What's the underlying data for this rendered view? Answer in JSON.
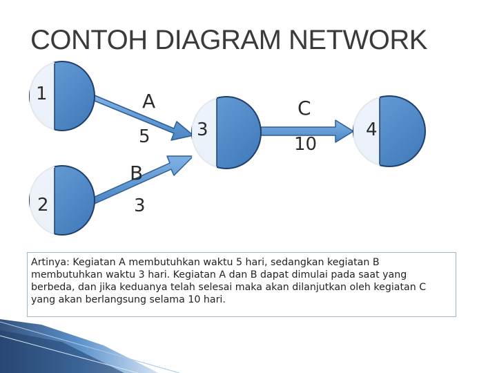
{
  "title": "CONTOH DIAGRAM NETWORK",
  "nodes": [
    {
      "id": "1",
      "label": "1"
    },
    {
      "id": "2",
      "label": "2"
    },
    {
      "id": "3",
      "label": "3"
    },
    {
      "id": "4",
      "label": "4"
    }
  ],
  "activities": [
    {
      "name": "A",
      "duration": "5",
      "from": "1",
      "to": "3"
    },
    {
      "name": "B",
      "duration": "3",
      "from": "2",
      "to": "3"
    },
    {
      "name": "C",
      "duration": "10",
      "from": "3",
      "to": "4"
    }
  ],
  "caption": "Artinya: Kegiatan A membutuhkan waktu 5 hari, sedangkan kegiatan B membutuhkan waktu 3 hari. Kegiatan A dan B dapat dimulai pada saat yang berbeda, dan jika keduanya telah selesai maka akan dilanjutkan oleh kegiatan C yang akan berlangsung selama 10 hari.",
  "colors": {
    "node_fill": "#4a86c4",
    "node_stroke": "#1f3e6b",
    "arrow_fill": "#5a97d2",
    "arrow_stroke": "#2e5c96",
    "text": "#2b2b2b",
    "caption_border": "#9bb3d4"
  }
}
